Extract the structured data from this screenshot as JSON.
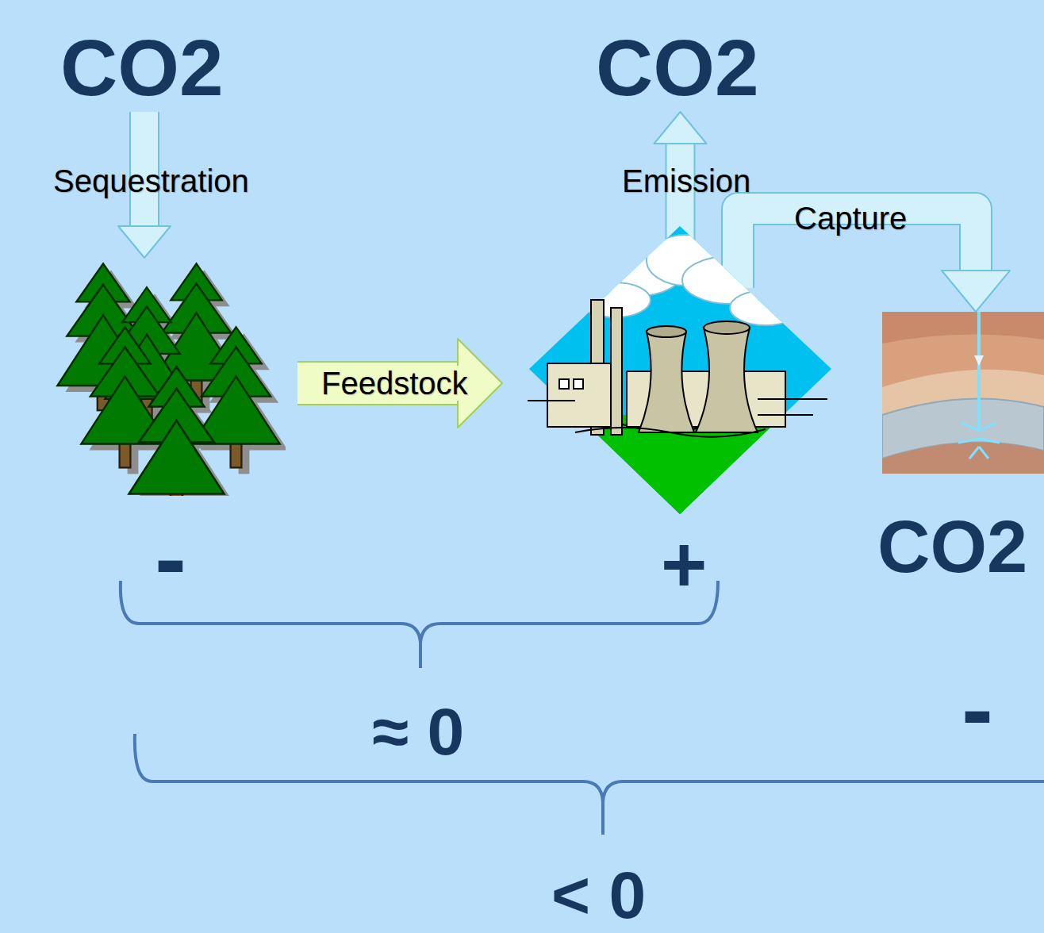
{
  "diagram": {
    "nodes": [
      {
        "text": [
          "CO2"
        ]
      },
      {
        "text": [
          "CO2"
        ]
      },
      {
        "text": [
          "-"
        ]
      },
      {
        "text": [
          "+"
        ]
      },
      {
        "text": [
          "CO2",
          "-"
        ]
      }
    ],
    "edges": [
      {
        "from": 0,
        "to": 2,
        "arrow": "to",
        "label": "Sequestration"
      },
      {
        "from": 3,
        "to": 1,
        "arrow": "to",
        "label": "Emission"
      },
      {
        "from": 3,
        "to": 4,
        "arrow": "to",
        "label": "Capture"
      },
      {
        "from": 2,
        "to": 3,
        "arrow": "to",
        "label": "Feedstock"
      }
    ],
    "labels": [
      "≈ 0",
      "< 0"
    ]
  }
}
